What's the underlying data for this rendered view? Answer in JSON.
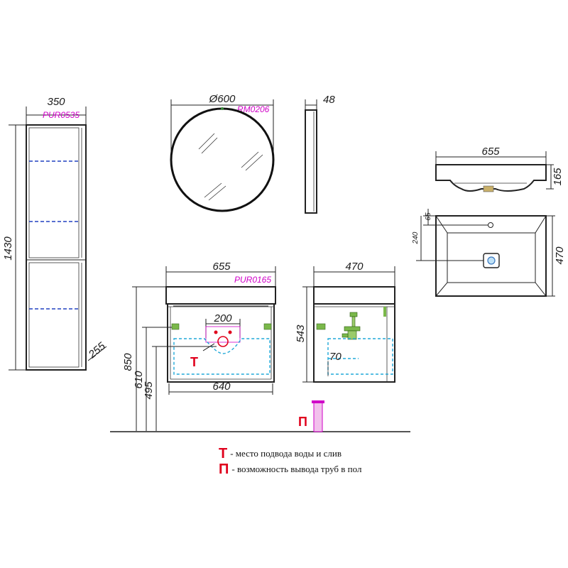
{
  "models": {
    "pencil_case": "PUR0535",
    "mirror": "RM0206",
    "cabinet": "PUR0165"
  },
  "dimensions": {
    "pencil_width": "350",
    "pencil_height": "1430",
    "pencil_depth": "255",
    "mirror_diameter": "Ø600",
    "mirror_depth": "48",
    "basin_width": "655",
    "basin_height": "165",
    "basin_top_width": "655",
    "basin_depth": "470",
    "basin_tap_offset": "65",
    "basin_drain_offset": "240",
    "cabinet_width": "655",
    "cabinet_depth": "470",
    "cabinet_height": "543",
    "cabinet_inner_width": "640",
    "pipe_zone_width": "200",
    "height_850": "850",
    "height_610": "610",
    "height_495": "495",
    "depth_70": "70"
  },
  "markers": {
    "water": "Т",
    "floor": "П"
  },
  "legend": {
    "items": [
      {
        "key": "Т",
        "text": "- место подвода воды и слив"
      },
      {
        "key": "П",
        "text": "- возможность вывода труб в пол"
      }
    ]
  }
}
